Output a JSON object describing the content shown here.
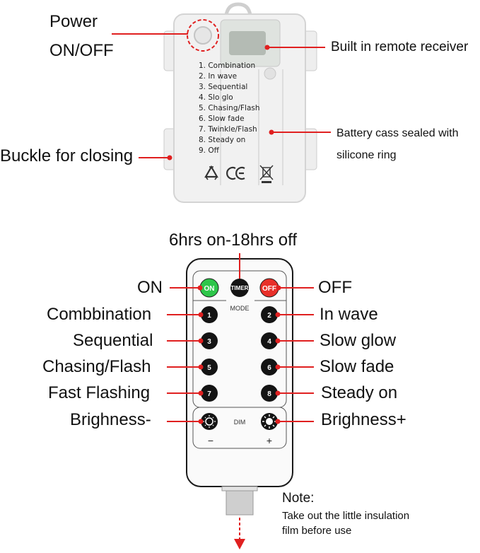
{
  "battery_box": {
    "power_label_line1": "Power",
    "power_label_line2": "ON/OFF",
    "remote_receiver_label": "Built in remote receiver",
    "battery_case_line1": "Battery cass sealed with",
    "battery_case_line2": "silicone ring",
    "buckle_label": "Buckle for closing",
    "modes": [
      "1. Combination",
      "2. In wave",
      "3. Sequential",
      "4. Slo glo",
      "5. Chasing/Flash",
      "6. Slow fade",
      "7. Twinkle/Flash",
      "8. Steady on",
      "9. Off"
    ]
  },
  "remote": {
    "timer_caption": "6hrs on-18hrs off",
    "on_button": "ON",
    "timer_button": "TIMER",
    "off_button": "OFF",
    "mode_label": "MODE",
    "dim_label": "DIM",
    "minus": "−",
    "plus": "+",
    "buttons": [
      "1",
      "2",
      "3",
      "4",
      "5",
      "6",
      "7",
      "8"
    ],
    "left_labels": [
      "ON",
      "Combbination",
      "Sequential",
      "Chasing/Flash",
      "Fast Flashing",
      "Brighness-"
    ],
    "right_labels": [
      "OFF",
      "In wave",
      "Slow glow",
      "Slow fade",
      "Steady on",
      "Brighness+"
    ]
  },
  "note": {
    "title": "Note:",
    "line1": "Take out the little insulation",
    "line2": "film before use"
  },
  "colors": {
    "pointer": "#e02020",
    "on_green": "#2ec64a",
    "off_red": "#e8302a",
    "button_black": "#141414"
  }
}
